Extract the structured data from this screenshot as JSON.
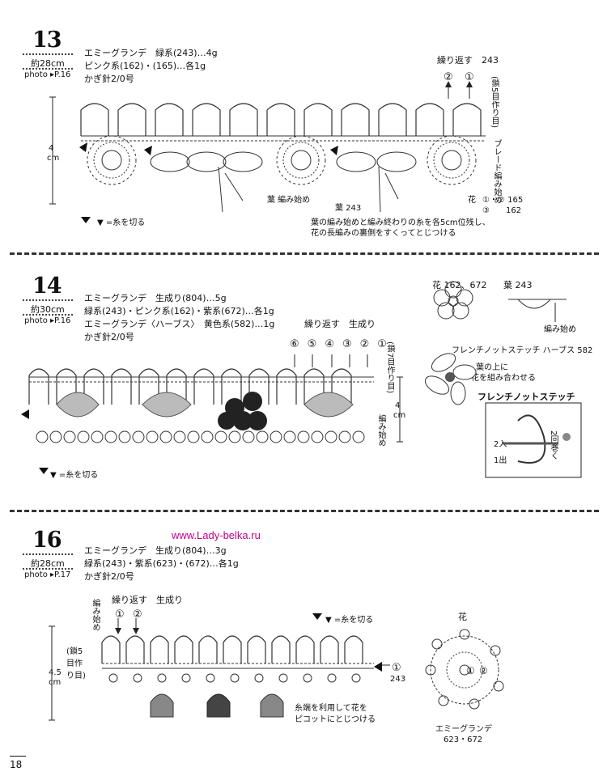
{
  "page_number": "18",
  "website": "www.Lady-belka.ru",
  "patterns": [
    {
      "number": "13",
      "size": "約28cm",
      "photo": "photo ▸P.16",
      "materials": [
        "エミーグランデ　緑系(243)…4g",
        "ピンク系(162)・(165)…各1g",
        "かぎ針2/0号"
      ],
      "labels": {
        "repeat": "繰り返す　243",
        "repeat_numbers": [
          "②",
          "①"
        ],
        "side_note": "(鎖5目作り目)",
        "braid_start": "ブレード編み始め",
        "height": "4",
        "height_unit": "cm",
        "leaf_start": "葉 編み始め",
        "leaf": "葉 243",
        "flower": "花",
        "flower_colors_1": "①・② 165",
        "flower_colors_2": "③　　162",
        "cut_legend": "▼ =糸を切る",
        "note_1": "葉の編み始めと編み終わりの糸を各5cm位残し、",
        "note_2": "花の長編みの裏側をすくってとじつける"
      }
    },
    {
      "number": "14",
      "size": "約30cm",
      "photo": "photo ▸P.16",
      "materials": [
        "エミーグランデ　生成り(804)…5g",
        "緑系(243)・ピンク系(162)・紫系(672)…各1g",
        "エミーグランデ〈ハーブス〉　黄色系(582)…1g",
        "かぎ針2/0号"
      ],
      "labels": {
        "flower": "花 162、672",
        "leaf": "葉 243",
        "leaf_start": "編み始め",
        "repeat": "繰り返す　生成り",
        "repeat_numbers": [
          "⑥",
          "⑤",
          "④",
          "③",
          "②",
          "①"
        ],
        "side_note": "(鎖7目作り目)",
        "height": "4",
        "height_unit": "cm",
        "braid_start": "編み始め",
        "french_knot_yarn": "フレンチノットステッチ ハーブス 582",
        "assembly_1": "葉の上に",
        "assembly_2": "花を組み合わせる",
        "french_knot_title": "フレンチノットステッチ",
        "fk_2in": "2入",
        "fk_1out": "1出",
        "fk_wrap": "2回巻く",
        "cut_legend": "▼ =糸を切る"
      }
    },
    {
      "number": "16",
      "size": "約28cm",
      "photo": "photo ▸P.17",
      "materials": [
        "エミーグランデ　生成り(804)…3g",
        "緑系(243)・紫系(623)・(672)…各1g",
        "かぎ針2/0号"
      ],
      "labels": {
        "start": "編み始め",
        "repeat": "繰り返す　生成り",
        "repeat_numbers": [
          "①",
          "②"
        ],
        "cut_legend": "▼ =糸を切る",
        "side_note": "(鎖5目作り目)",
        "height": "4.5",
        "height_unit": "cm",
        "end_number": "①",
        "end_color": "243",
        "note_1": "糸端を利用して花を",
        "note_2": "ピコットにとじつける",
        "flower": "花",
        "flower_yarn": "エミーグランデ",
        "flower_colors": "623・672",
        "flower_rounds": [
          "①",
          "②"
        ]
      }
    }
  ]
}
